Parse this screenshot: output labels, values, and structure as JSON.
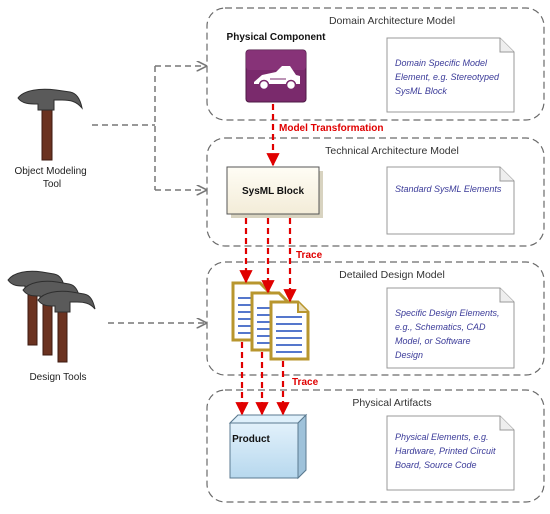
{
  "tools": {
    "object_modeling": [
      "Object Modeling",
      "Tool"
    ],
    "design": "Design Tools"
  },
  "panels": {
    "domain": {
      "title": "Domain Architecture Model",
      "component_label": "Physical Component",
      "note": [
        "Domain Specific Model",
        "Element, e.g. Stereotyped",
        "SysML Block"
      ]
    },
    "technical": {
      "title": "Technical Architecture Model",
      "block_label": "SysML Block",
      "note": [
        "Standard SysML Elements"
      ]
    },
    "design": {
      "title": "Detailed Design Model",
      "note": [
        "Specific Design Elements,",
        "e.g., Schematics, CAD",
        "Model, or Software",
        "Design"
      ]
    },
    "physical": {
      "title": "Physical Artifacts",
      "product_label": "Product",
      "note": [
        "Physical Elements, e.g.",
        "Hardware, Printed Circuit",
        "Board, Source Code"
      ]
    }
  },
  "flows": {
    "model_transformation": "Model Transformation",
    "trace_1": "Trace",
    "trace_2": "Trace"
  },
  "colors": {
    "trace_red": "#e00000",
    "icon_purple": "#7a2a6c",
    "doc_gold": "#b8962e",
    "hammer_head": "#5a5a5a",
    "hammer_handle": "#6b3220",
    "product_blue": "#cfe6f5"
  }
}
